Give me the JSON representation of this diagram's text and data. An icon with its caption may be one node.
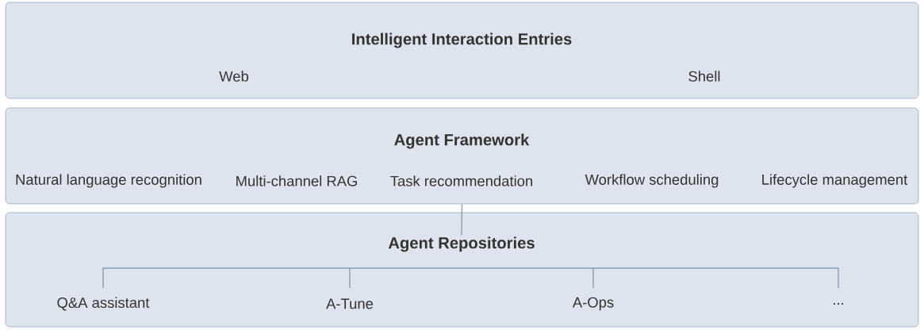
{
  "diagram": {
    "nodes": [
      {
        "text": [
          "Intelligent Interaction Entries",
          "Web",
          "Shell"
        ]
      },
      {
        "text": [
          "Agent Framework",
          "Natural language recognition",
          "Multi-channel RAG",
          "Task recommendation",
          "Workflow scheduling",
          "Lifecycle management"
        ]
      },
      {
        "text": [
          "Agent Repositories",
          "Q&A assistant",
          "A-Tune",
          "A-Ops",
          "..."
        ]
      }
    ],
    "edges": [
      {
        "from": 1,
        "to": 2,
        "arrow": "none"
      }
    ]
  }
}
